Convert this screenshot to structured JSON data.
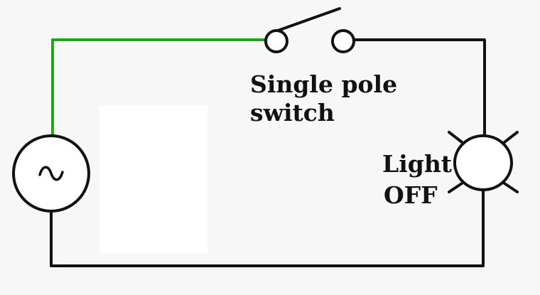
{
  "labels": {
    "switch_line1": "Single pole",
    "switch_line2": "switch",
    "light_line1": "Light",
    "light_line2": "OFF"
  },
  "colors": {
    "live_wire": "#1fa51f",
    "wire": "#111111",
    "background": "#f7f7f7",
    "panel": "#ffffff"
  },
  "components": {
    "source_icon": "ac-source-icon",
    "switch_state": "open",
    "lamp_state": "off"
  }
}
